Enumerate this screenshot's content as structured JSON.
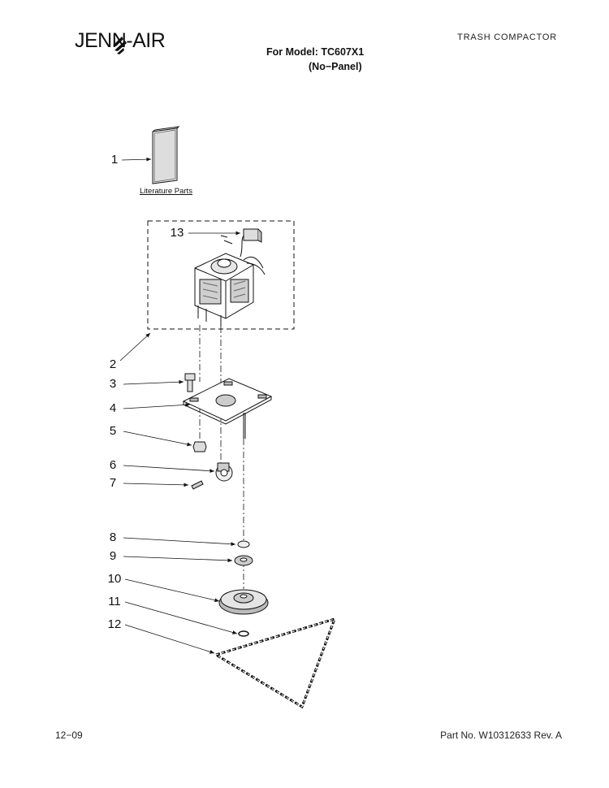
{
  "header": {
    "brand": "JENN-AIR",
    "category": "TRASH COMPACTOR",
    "model_line": "For Model: TC607X1",
    "panel_line": "(No−Panel)"
  },
  "diagram": {
    "literature_label": "Literature Parts",
    "callouts": [
      "1",
      "2",
      "3",
      "4",
      "5",
      "6",
      "7",
      "8",
      "9",
      "10",
      "11",
      "12",
      "13"
    ]
  },
  "footer": {
    "date": "12−09",
    "part_number": "Part No. W10312633 Rev. A"
  }
}
